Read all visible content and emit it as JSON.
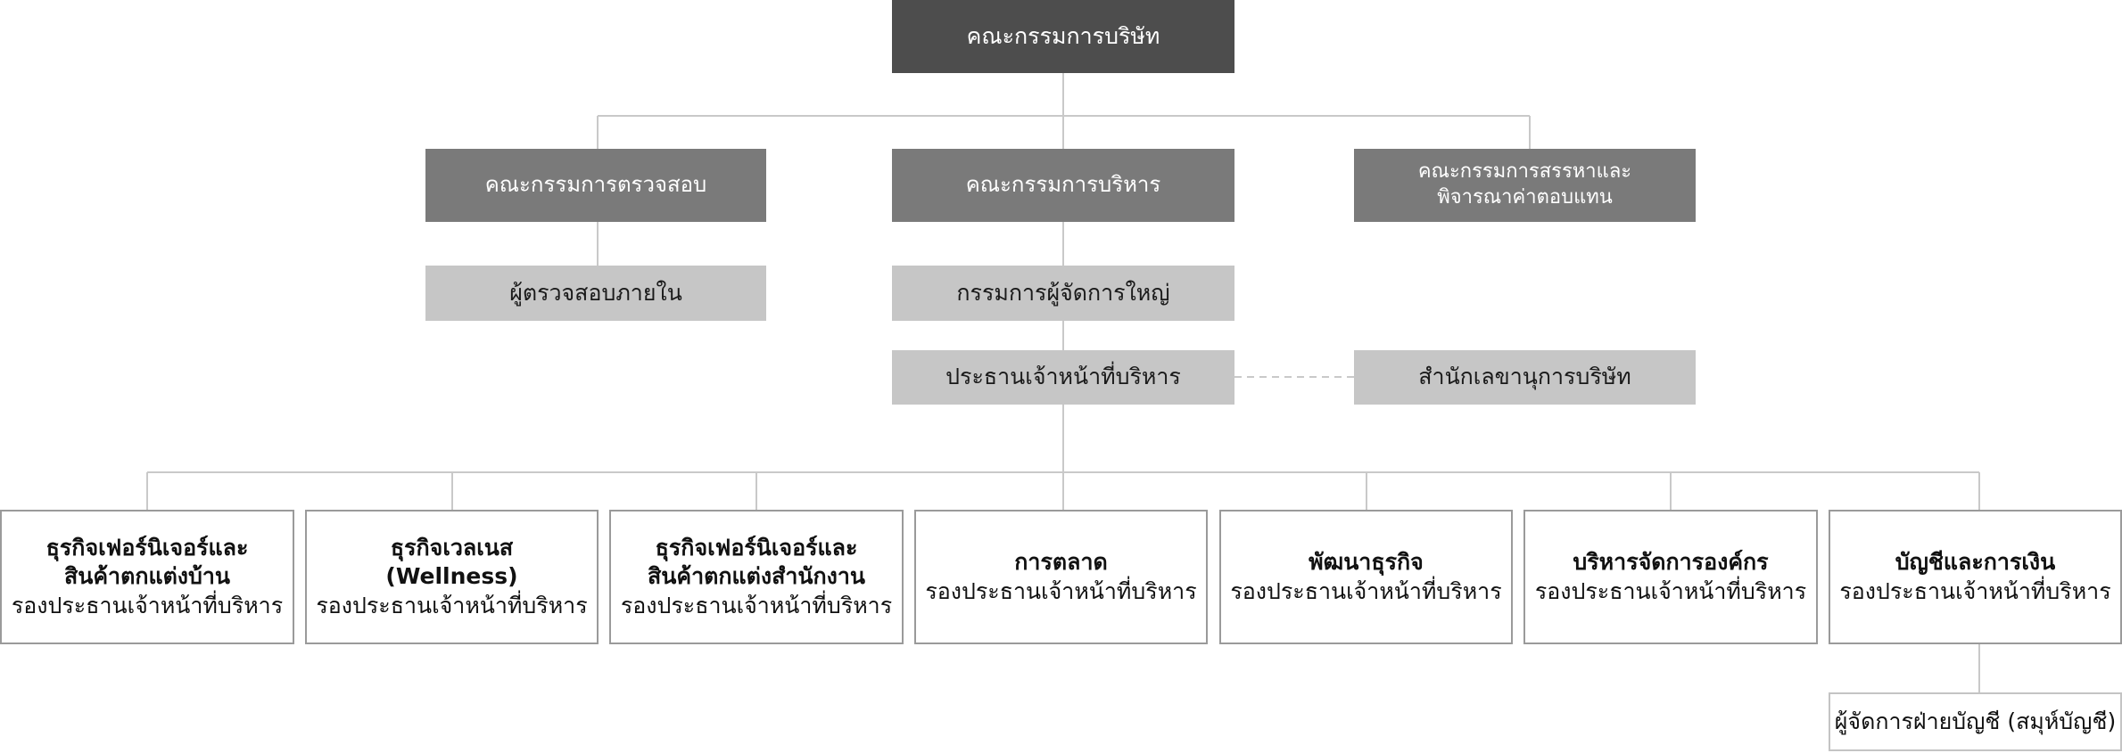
{
  "board": {
    "label": "คณะกรรมการบริษัท"
  },
  "committees": {
    "audit": "คณะกรรมการตรวจสอบ",
    "executive": "คณะกรรมการบริหาร",
    "nomination_line1": "คณะกรรมการสรรหาและ",
    "nomination_line2": "พิจารณาค่าตอบแทน"
  },
  "internal_auditor": "ผู้ตรวจสอบภายใน",
  "managing_director": "กรรมการผู้จัดการใหญ่",
  "ceo": "ประธานเจ้าหน้าที่บริหาร",
  "company_secretary": "สำนักเลขานุการบริษัท",
  "divisions": [
    {
      "title_lines": [
        "ธุรกิจเฟอร์นิเจอร์และ",
        "สินค้าตกแต่งบ้าน"
      ],
      "role": "รองประธานเจ้าหน้าที่บริหาร"
    },
    {
      "title_lines": [
        "ธุรกิจเวลเนส",
        "(Wellness)"
      ],
      "role": "รองประธานเจ้าหน้าที่บริหาร"
    },
    {
      "title_lines": [
        "ธุรกิจเฟอร์นิเจอร์และ",
        "สินค้าตกแต่งสำนักงาน"
      ],
      "role": "รองประธานเจ้าหน้าที่บริหาร"
    },
    {
      "title_lines": [
        "การตลาด"
      ],
      "role": "รองประธานเจ้าหน้าที่บริหาร"
    },
    {
      "title_lines": [
        "พัฒนาธุรกิจ"
      ],
      "role": "รองประธานเจ้าหน้าที่บริหาร"
    },
    {
      "title_lines": [
        "บริหารจัดการองค์กร"
      ],
      "role": "รองประธานเจ้าหน้าที่บริหาร"
    },
    {
      "title_lines": [
        "บัญชีและการเงิน"
      ],
      "role": "รองประธานเจ้าหน้าที่บริหาร"
    }
  ],
  "accounting_manager": "ผู้จัดการฝ่ายบัญชี (สมุห์บัญชี)"
}
